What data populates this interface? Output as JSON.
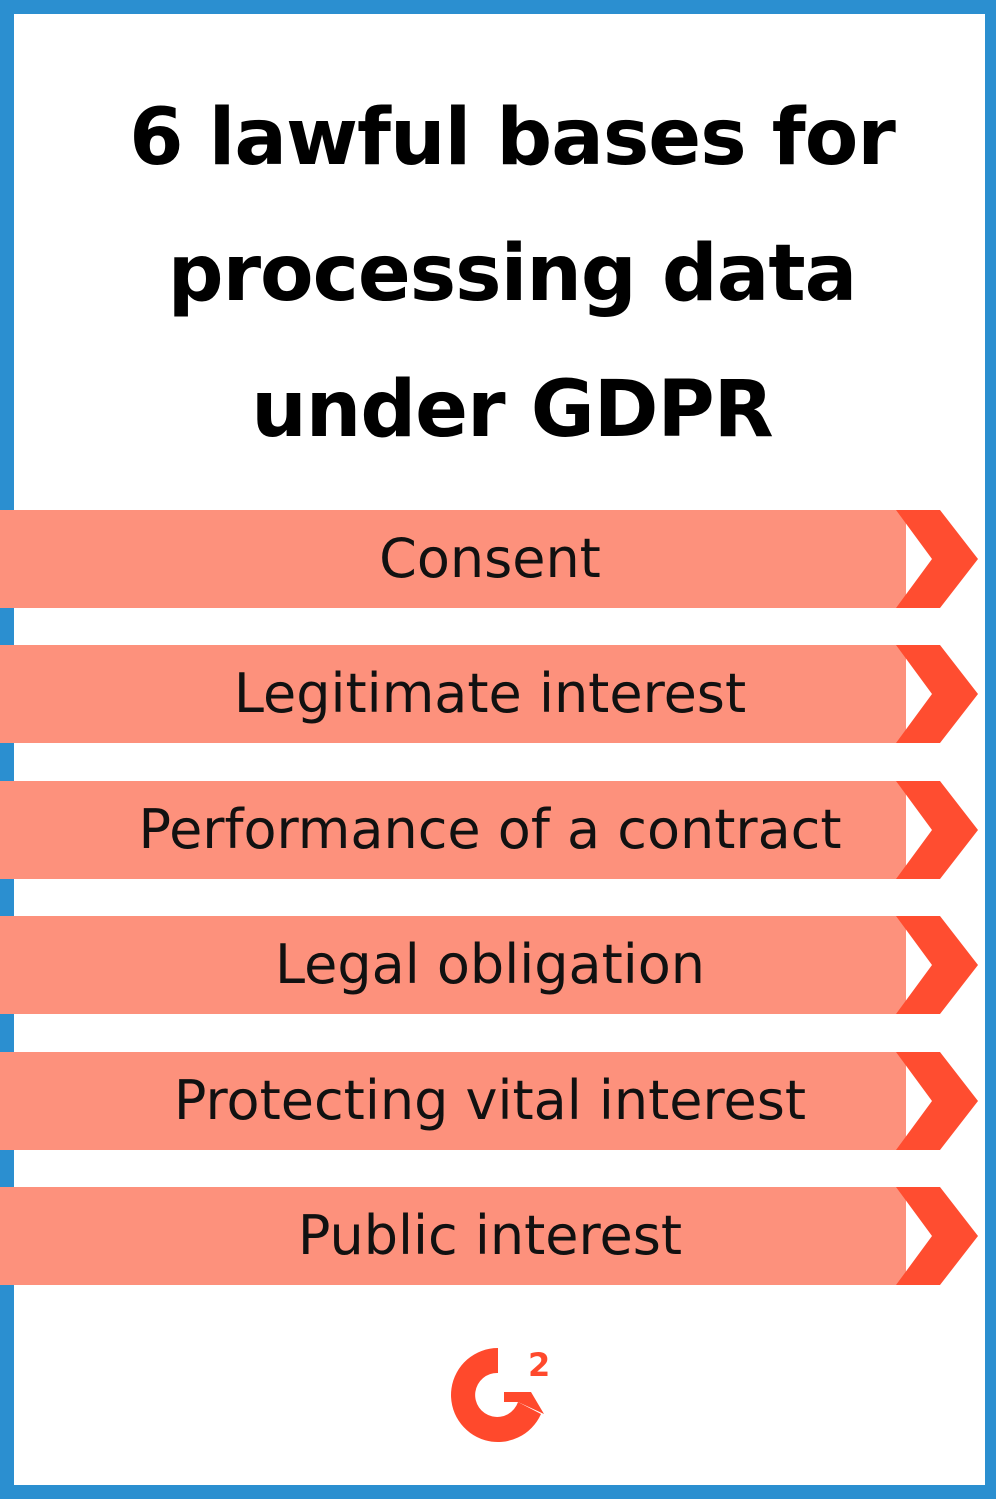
{
  "title": {
    "line1": "6 lawful bases for",
    "line2": "processing data",
    "line3": "under GDPR"
  },
  "bases": [
    "Consent",
    "Legitimate interest",
    "Performance of a contract",
    "Legal obligation",
    "Protecting vital interest",
    "Public interest"
  ],
  "logo": {
    "letter": "G",
    "superscript": "2"
  },
  "colors": {
    "frame": "#2b8fd0",
    "band": "#fd917c",
    "arrow": "#ff4d30",
    "logo": "#ff492c",
    "title": "#000000"
  }
}
